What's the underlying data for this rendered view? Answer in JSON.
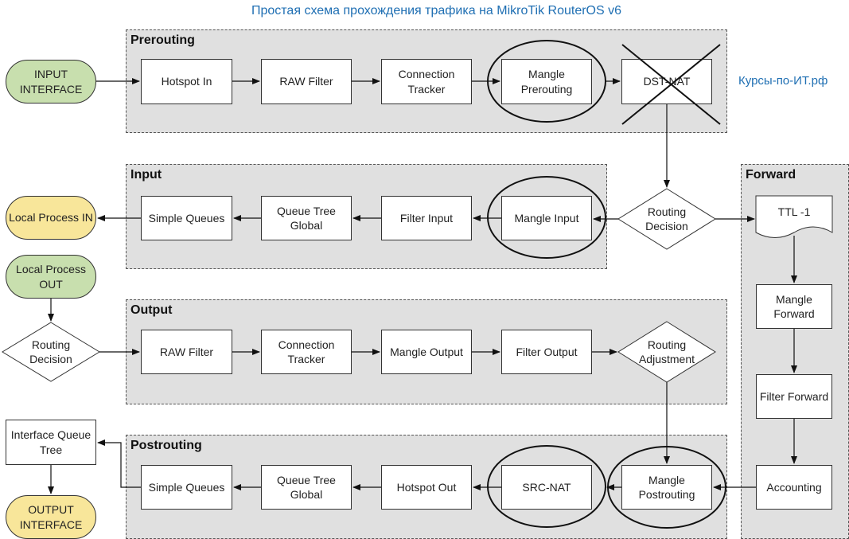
{
  "title": "Простая схема прохождения трафика на MikroTik RouterOS v6",
  "site": "Курсы-по-ИТ.рф",
  "groups": {
    "prerouting": "Prerouting",
    "input": "Input",
    "output": "Output",
    "postrouting": "Postrouting",
    "forward": "Forward"
  },
  "terminals": {
    "input_interface": "INPUT INTERFACE",
    "local_in": "Local Process IN",
    "local_out": "Local Process OUT",
    "output_interface": "OUTPUT INTERFACE"
  },
  "prerouting": {
    "hotspot_in": "Hotspot In",
    "raw_filter": "RAW Filter",
    "conn_tracker": "Connection Tracker",
    "mangle": "Mangle Prerouting",
    "dst_nat": "DST-NAT"
  },
  "input": {
    "simple_queues": "Simple Queues",
    "queue_tree": "Queue Tree Global",
    "filter": "Filter Input",
    "mangle": "Mangle Input"
  },
  "routing_decision": "Routing Decision",
  "output_routing_decision": "Routing Decision",
  "output": {
    "raw_filter": "RAW Filter",
    "conn_tracker": "Connection Tracker",
    "mangle": "Mangle Output",
    "filter": "Filter Output",
    "routing_adjustment": "Routing Adjustment"
  },
  "postrouting": {
    "simple_queues": "Simple Queues",
    "queue_tree": "Queue Tree Global",
    "hotspot_out": "Hotspot Out",
    "src_nat": "SRC-NAT",
    "mangle": "Mangle Postrouting"
  },
  "forward": {
    "ttl": "TTL -1",
    "mangle": "Mangle Forward",
    "filter": "Filter Forward",
    "accounting": "Accounting"
  },
  "interface_queue_tree": "Interface Queue Tree",
  "colors": {
    "title": "#1f6fb3",
    "group_bg": "#e0e0e0",
    "terminal_green": "#c8dfae",
    "terminal_yellow": "#f8e69a"
  }
}
